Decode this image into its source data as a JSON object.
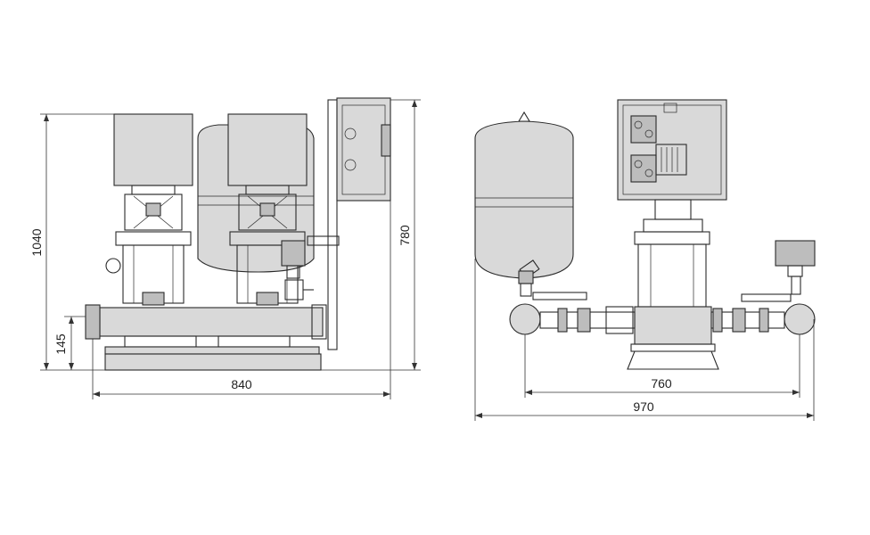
{
  "front_view": {
    "height_overall": "1040",
    "height_inlet": "145",
    "height_panel": "780",
    "width_overall": "840"
  },
  "side_view": {
    "width_pipes": "760",
    "width_overall": "970"
  }
}
